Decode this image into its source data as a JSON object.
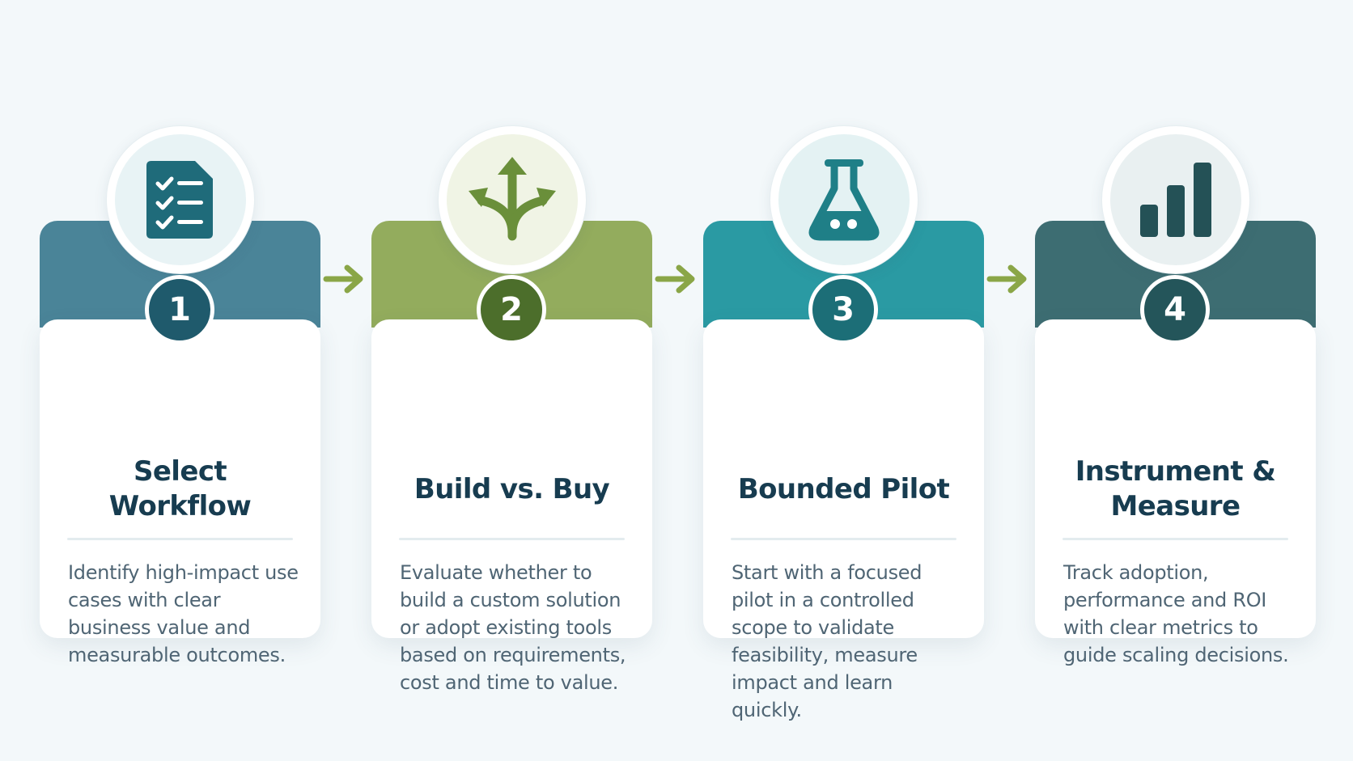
{
  "colors": {
    "background": "#f3f8fa",
    "title_text": "#173c50",
    "body_text": "#4f6574",
    "arrow": "#8aa647"
  },
  "steps": [
    {
      "number": "1",
      "title_line1": "Select",
      "title_line2": "Workflow",
      "description": "Identify high-impact use cases with clear business value and measurable outcomes.",
      "icon": "checklist-icon",
      "header_color": "#4a8498",
      "badge_color": "#1f5a6c",
      "icon_color": "#1f6b7a",
      "icon_bg": "#e8f3f5"
    },
    {
      "number": "2",
      "title_line1": "Build vs. Buy",
      "title_line2": "",
      "description": "Evaluate whether to build a custom solution or adopt existing tools based on requirements, cost and time to value.",
      "icon": "branching-arrows-icon",
      "header_color": "#93ac5d",
      "badge_color": "#4c6e2b",
      "icon_color": "#6a8f3a",
      "icon_bg": "#f0f4e5"
    },
    {
      "number": "3",
      "title_line1": "Bounded Pilot",
      "title_line2": "",
      "description": "Start with a focused pilot in a controlled scope to validate feasibility, measure impact and learn quickly.",
      "icon": "flask-icon",
      "header_color": "#2a9aa3",
      "badge_color": "#1c6e77",
      "icon_color": "#1f7f87",
      "icon_bg": "#e4f2f3"
    },
    {
      "number": "4",
      "title_line1": "Instrument &",
      "title_line2": "Measure",
      "description": "Track adoption, performance and ROI with clear metrics to guide scaling decisions.",
      "icon": "bar-chart-icon",
      "header_color": "#3d6d72",
      "badge_color": "#24555a",
      "icon_color": "#245156",
      "icon_bg": "#e9f0f1"
    }
  ],
  "arrows": [
    {
      "icon": "arrow-right-icon"
    },
    {
      "icon": "arrow-right-icon"
    },
    {
      "icon": "arrow-right-icon"
    }
  ]
}
